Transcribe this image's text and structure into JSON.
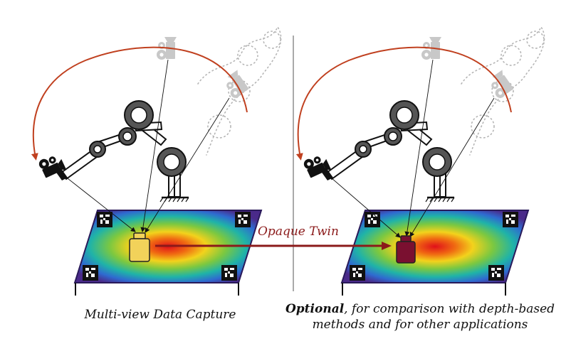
{
  "arrow_label": "Opaque Twin",
  "captions": {
    "left": "Multi-view Data Capture",
    "right_bold": "Optional",
    "right_line1_rest": ", for comparison with depth-based",
    "right_line2": "methods and for other applications"
  },
  "colors": {
    "arc_arrow": "#c0401f",
    "twin_arrow": "#8b1a1a",
    "transparent_object": "#f2d25a",
    "opaque_object": "#7a1030",
    "camera_active": "#111111",
    "camera_ghost": "#c8c8c8"
  },
  "icons": [
    "camera-icon",
    "robot-arm-icon",
    "aruco-marker-icon",
    "bottle-icon"
  ]
}
